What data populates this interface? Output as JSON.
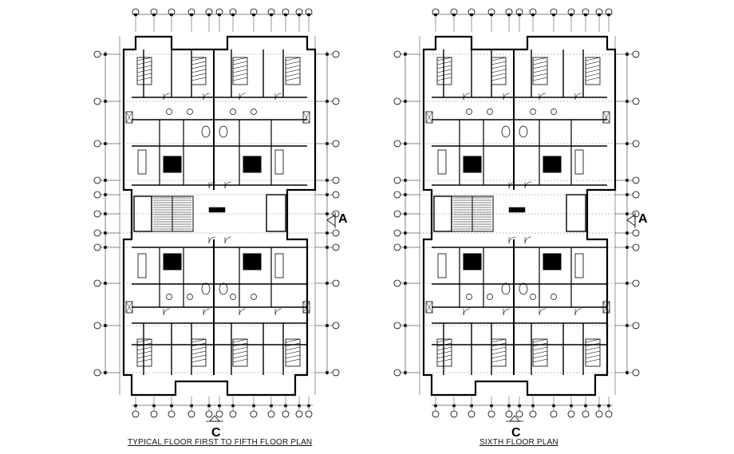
{
  "plans": [
    {
      "title": "TYPICAL FLOOR FIRST TO FIFTH FLOOR PLAN",
      "section_bottom": "C",
      "section_right": "A"
    },
    {
      "title": "SIXTH FLOOR PLAN",
      "section_bottom": "C",
      "section_right": "A"
    }
  ],
  "colors": {
    "line": "#000000",
    "background": "#ffffff",
    "title": "#111111"
  },
  "icons": [
    "section-marker-icon",
    "grid-bubble-icon",
    "stair-icon",
    "door-swing-icon"
  ]
}
